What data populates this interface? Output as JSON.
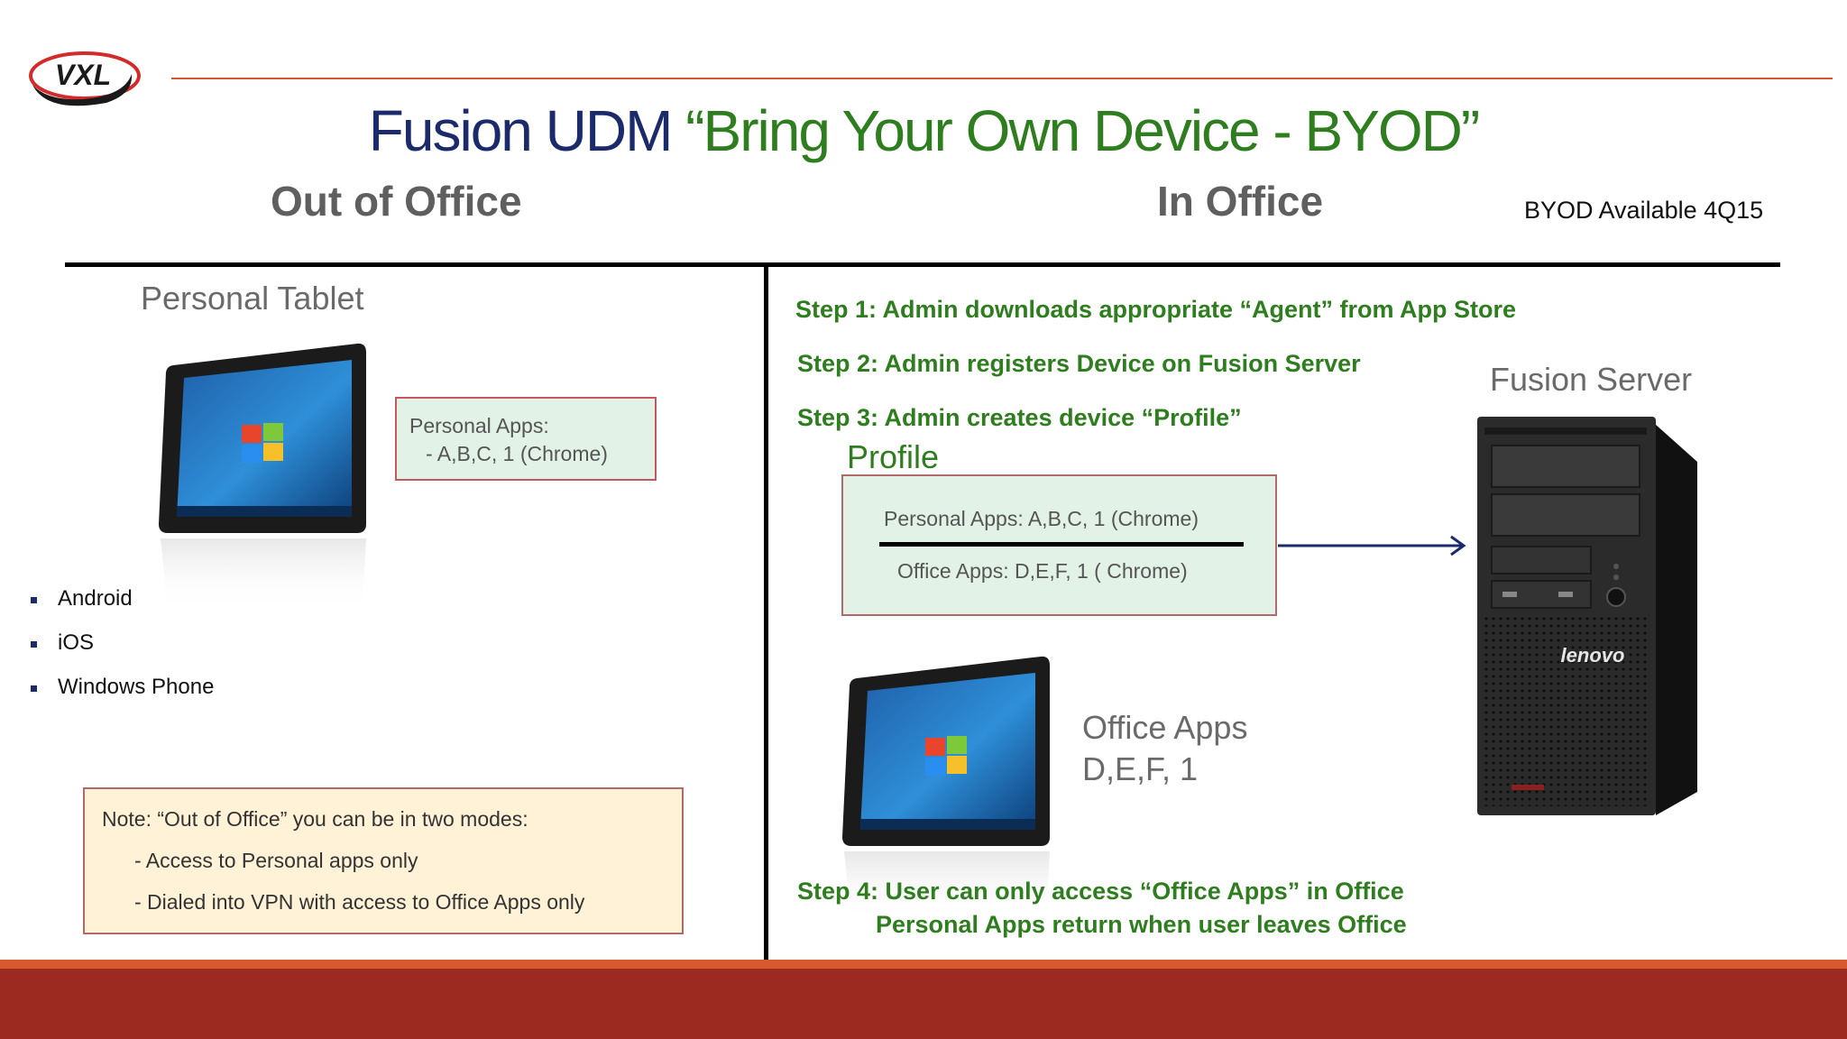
{
  "logo": {
    "text": "VXL"
  },
  "title": {
    "part1": "Fusion UDM ",
    "part2": "“Bring Your Own Device - BYOD”"
  },
  "out_of_office": {
    "heading": "Out of Office",
    "tablet_label": "Personal Tablet",
    "personal_apps": {
      "line1": "Personal Apps:",
      "line2": "- A,B,C, 1 (Chrome)"
    },
    "os_list": [
      "Android",
      "iOS",
      "Windows Phone"
    ],
    "note": {
      "line1": "Note: “Out of Office” you can be in two modes:",
      "line2": "- Access to Personal apps only",
      "line3": "- Dialed into VPN with access to Office Apps only"
    }
  },
  "in_office": {
    "heading": "In Office",
    "availability": "BYOD Available 4Q15",
    "steps": {
      "step1": "Step 1: Admin downloads appropriate “Agent” from App Store",
      "step2": "Step 2: Admin registers Device on Fusion Server",
      "step3": "Step 3: Admin creates device “Profile”",
      "step4_line1": "Step 4: User can only access “Office Apps” in Office",
      "step4_line2": "Personal Apps return when user leaves Office"
    },
    "profile": {
      "label": "Profile",
      "personal": "Personal Apps:  A,B,C, 1 (Chrome)",
      "office": "Office  Apps:  D,E,F, 1 ( Chrome)"
    },
    "server_label": "Fusion Server",
    "server_brand": "lenovo",
    "office_apps": {
      "line1": "Office Apps",
      "line2": "D,E,F, 1"
    }
  },
  "colors": {
    "title_blue": "#1b2a6b",
    "title_green": "#2e7d1e",
    "accent_orange": "#d0572a",
    "footer_red": "#9c2a20"
  }
}
